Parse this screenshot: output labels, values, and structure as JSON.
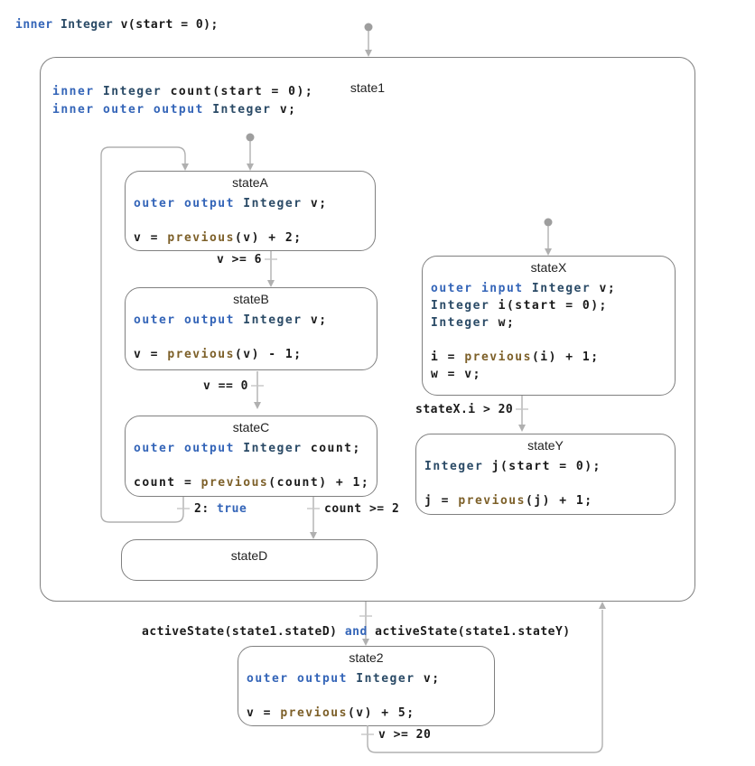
{
  "figure": {
    "global_declaration": [
      {
        "t": "inner",
        "c": "kw"
      },
      {
        "t": " "
      },
      {
        "t": "Integer",
        "c": "ty"
      },
      {
        "t": " v(start = 0);"
      }
    ],
    "state1": {
      "title": "state1",
      "declarations": [
        [
          {
            "t": "inner",
            "c": "kw"
          },
          {
            "t": " "
          },
          {
            "t": "Integer",
            "c": "ty"
          },
          {
            "t": " count(start = 0);"
          }
        ],
        [
          {
            "t": "inner outer output",
            "c": "kw"
          },
          {
            "t": " "
          },
          {
            "t": "Integer",
            "c": "ty"
          },
          {
            "t": " v;"
          }
        ]
      ]
    },
    "states": {
      "stateA": {
        "title": "stateA",
        "lines": [
          [
            {
              "t": "outer output",
              "c": "kw"
            },
            {
              "t": " "
            },
            {
              "t": "Integer",
              "c": "ty"
            },
            {
              "t": " v;"
            }
          ],
          [
            {
              "t": ""
            }
          ],
          [
            {
              "t": "v = "
            },
            {
              "t": "previous",
              "c": "fn"
            },
            {
              "t": "(v) + 2;"
            }
          ]
        ]
      },
      "stateB": {
        "title": "stateB",
        "lines": [
          [
            {
              "t": "outer output",
              "c": "kw"
            },
            {
              "t": " "
            },
            {
              "t": "Integer",
              "c": "ty"
            },
            {
              "t": " v;"
            }
          ],
          [
            {
              "t": ""
            }
          ],
          [
            {
              "t": "v = "
            },
            {
              "t": "previous",
              "c": "fn"
            },
            {
              "t": "(v) - 1;"
            }
          ]
        ]
      },
      "stateC": {
        "title": "stateC",
        "lines": [
          [
            {
              "t": "outer output",
              "c": "kw"
            },
            {
              "t": " "
            },
            {
              "t": "Integer",
              "c": "ty"
            },
            {
              "t": " count;"
            }
          ],
          [
            {
              "t": ""
            }
          ],
          [
            {
              "t": "count = "
            },
            {
              "t": "previous",
              "c": "fn"
            },
            {
              "t": "(count) + 1;"
            }
          ]
        ]
      },
      "stateD": {
        "title": "stateD",
        "lines": []
      },
      "stateX": {
        "title": "stateX",
        "lines": [
          [
            {
              "t": "outer input",
              "c": "kw"
            },
            {
              "t": " "
            },
            {
              "t": "Integer",
              "c": "ty"
            },
            {
              "t": " v;"
            }
          ],
          [
            {
              "t": "Integer",
              "c": "ty"
            },
            {
              "t": " i(start = 0);"
            }
          ],
          [
            {
              "t": "Integer",
              "c": "ty"
            },
            {
              "t": " w;"
            }
          ],
          [
            {
              "t": ""
            }
          ],
          [
            {
              "t": "i = "
            },
            {
              "t": "previous",
              "c": "fn"
            },
            {
              "t": "(i) + 1;"
            }
          ],
          [
            {
              "t": "w = v;"
            }
          ]
        ]
      },
      "stateY": {
        "title": "stateY",
        "lines": [
          [
            {
              "t": "Integer",
              "c": "ty"
            },
            {
              "t": " j(start = 0);"
            }
          ],
          [
            {
              "t": ""
            }
          ],
          [
            {
              "t": "j = "
            },
            {
              "t": "previous",
              "c": "fn"
            },
            {
              "t": "(j) + 1;"
            }
          ]
        ]
      },
      "state2": {
        "title": "state2",
        "lines": [
          [
            {
              "t": "outer output",
              "c": "kw"
            },
            {
              "t": " "
            },
            {
              "t": "Integer",
              "c": "ty"
            },
            {
              "t": " v;"
            }
          ],
          [
            {
              "t": ""
            }
          ],
          [
            {
              "t": "v = "
            },
            {
              "t": "previous",
              "c": "fn"
            },
            {
              "t": "(v) + 5;"
            }
          ]
        ]
      }
    },
    "transitions": {
      "stateA_to_stateB": {
        "label": [
          {
            "t": "v >= 6"
          }
        ]
      },
      "stateB_to_stateC": {
        "label": [
          {
            "t": "v == 0"
          }
        ]
      },
      "stateC_to_stateA": {
        "label": [
          {
            "t": "2: "
          },
          {
            "t": "true",
            "c": "kw"
          }
        ]
      },
      "stateC_to_stateD": {
        "label": [
          {
            "t": "count >= 2"
          }
        ]
      },
      "stateX_to_stateY": {
        "label": [
          {
            "t": "stateX.i > 20"
          }
        ]
      },
      "state1_to_state2": {
        "label": [
          {
            "t": "activeState(state1.stateD) "
          },
          {
            "t": "and",
            "c": "kw"
          },
          {
            "t": " activeState(state1.stateY)"
          }
        ]
      },
      "state2_to_state1": {
        "label": [
          {
            "t": "v >= 20"
          }
        ]
      }
    },
    "colors": {
      "keyword": "#3465b8",
      "type": "#2a4a66",
      "builtin": "#7d6029",
      "code_text": "#1a1a1a",
      "state_border": "#808080",
      "transition_line": "#b0b0b0",
      "tick": "#c6c6c6",
      "initial_dot": "#9e9e9e",
      "title_text": "#222222"
    }
  }
}
